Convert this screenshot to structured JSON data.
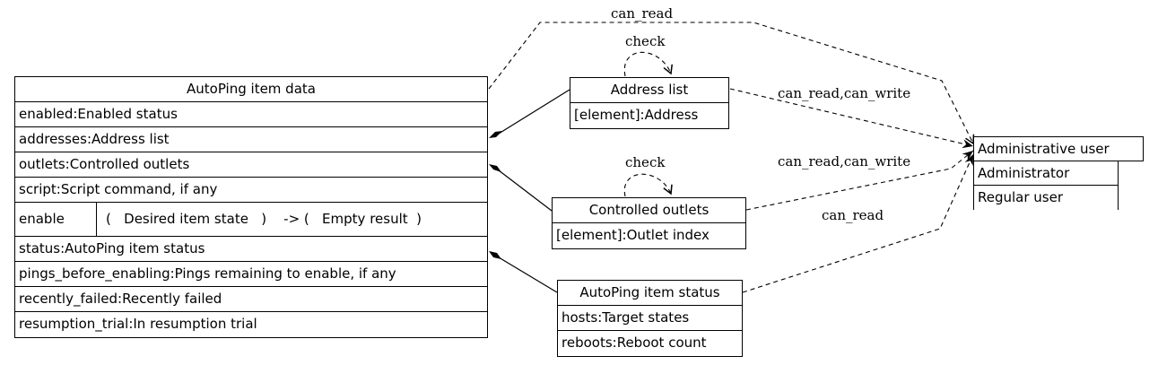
{
  "tables": {
    "autoping": {
      "title": "AutoPing item data",
      "rows": [
        "enabled:Enabled status",
        "addresses:Address list",
        "outlets:Controlled outlets",
        "script:Script command, if any"
      ],
      "method_name": "enable",
      "method_sig": "(   Desired item state   )    -> (   Empty result  )",
      "rows2": [
        "status:AutoPing item status",
        "pings_before_enabling:Pings remaining to enable, if any",
        "recently_failed:Recently failed",
        "resumption_trial:In resumption trial"
      ]
    },
    "address_list": {
      "title": "Address list",
      "rows": [
        "[element]:Address"
      ]
    },
    "controlled_outlets": {
      "title": "Controlled outlets",
      "rows": [
        "[element]:Outlet index"
      ]
    },
    "status": {
      "title": "AutoPing item status",
      "rows": [
        "hosts:Target states",
        "reboots:Reboot count"
      ]
    },
    "user": {
      "title": "Administrative user",
      "rows": [
        "Administrator",
        "Regular user"
      ]
    }
  },
  "edge_labels": {
    "can_read_top": "can_read",
    "check_address": "check",
    "check_outlets": "check",
    "address_rw": "can_read,can_write",
    "outlets_rw": "can_read,can_write",
    "status_read": "can_read"
  }
}
